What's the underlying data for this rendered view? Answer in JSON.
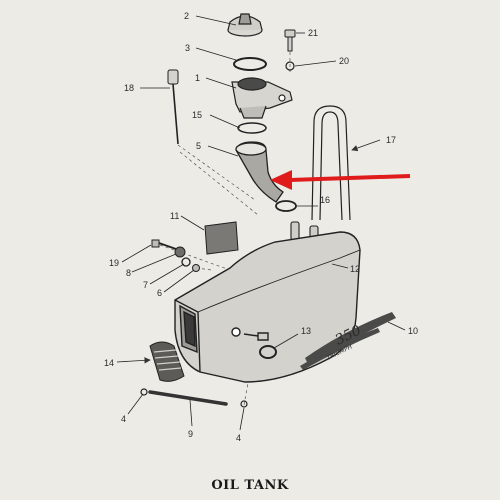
{
  "diagram": {
    "caption": "OIL TANK",
    "badge_text": "350",
    "script_text": "TRIUMPH",
    "highlight_color": "#e01b1b",
    "callouts": [
      {
        "id": "c2",
        "text": "2"
      },
      {
        "id": "c3",
        "text": "3"
      },
      {
        "id": "c1",
        "text": "1"
      },
      {
        "id": "c15",
        "text": "15"
      },
      {
        "id": "c5",
        "text": "5"
      },
      {
        "id": "c18",
        "text": "18"
      },
      {
        "id": "c21",
        "text": "21"
      },
      {
        "id": "c20",
        "text": "20"
      },
      {
        "id": "c17",
        "text": "17"
      },
      {
        "id": "c16",
        "text": "16"
      },
      {
        "id": "c11",
        "text": "11"
      },
      {
        "id": "c12",
        "text": "12"
      },
      {
        "id": "c19",
        "text": "19"
      },
      {
        "id": "c8",
        "text": "8"
      },
      {
        "id": "c7",
        "text": "7"
      },
      {
        "id": "c6",
        "text": "6"
      },
      {
        "id": "c13",
        "text": "13"
      },
      {
        "id": "c10",
        "text": "10"
      },
      {
        "id": "c14",
        "text": "14"
      },
      {
        "id": "c4a",
        "text": "4"
      },
      {
        "id": "c9",
        "text": "9"
      },
      {
        "id": "c4b",
        "text": "4"
      }
    ]
  }
}
